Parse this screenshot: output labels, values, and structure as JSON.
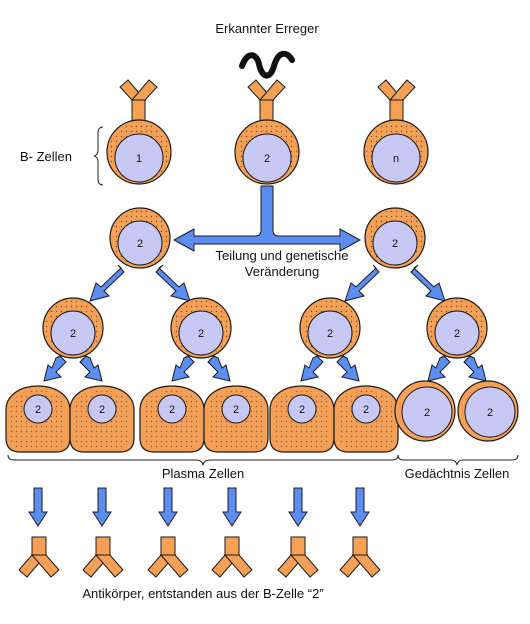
{
  "labels": {
    "pathogen": "Erkannter Erreger",
    "b_cells": "B- Zellen",
    "division": "Teilung und genetische",
    "division_2": "Veränderung",
    "plasma": "Plasma Zellen",
    "memory": "Gedächtnis Zellen",
    "antibodies": "Antikörper, entstanden aus der B-Zelle “2”"
  },
  "cell_labels": {
    "b_cell_1": "1",
    "b_cell_2": "2",
    "b_cell_n": "n",
    "clone": "2"
  },
  "colors": {
    "membrane": "#f5a057",
    "nucleus": "#c8c8f5",
    "arrow": "#5b8ef0",
    "outline": "#1a1a1a",
    "pathogen": "#111111"
  }
}
